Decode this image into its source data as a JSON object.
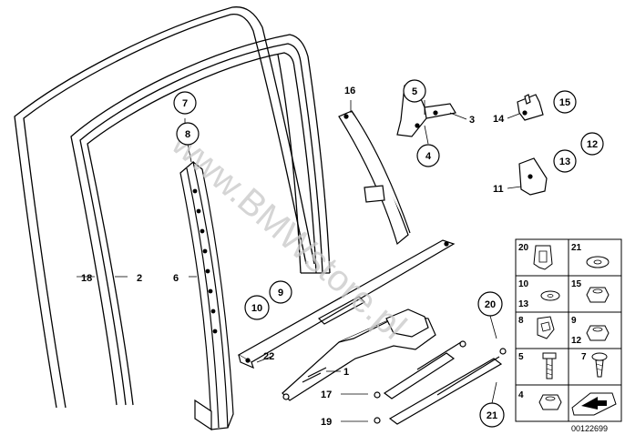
{
  "watermark": "www.BMWstore.pl",
  "reference_number": "00122699",
  "plain_labels": {
    "l18": "18",
    "l2": "2",
    "l6": "6",
    "l16": "16",
    "l3": "3",
    "l14": "14",
    "l11": "11",
    "l22": "22",
    "l1": "1",
    "l17": "17",
    "l19": "19"
  },
  "circle_labels": {
    "c7": "7",
    "c8": "8",
    "c5": "5",
    "c4": "4",
    "c15": "15",
    "c12": "12",
    "c13": "13",
    "c9": "9",
    "c10": "10",
    "c20": "20",
    "c21": "21"
  },
  "grid_labels": {
    "g20": "20",
    "g21": "21",
    "g10": "10",
    "g13": "13",
    "g15": "15",
    "g8": "8",
    "g9": "9",
    "g12": "12",
    "g5": "5",
    "g7": "7",
    "g4": "4"
  }
}
